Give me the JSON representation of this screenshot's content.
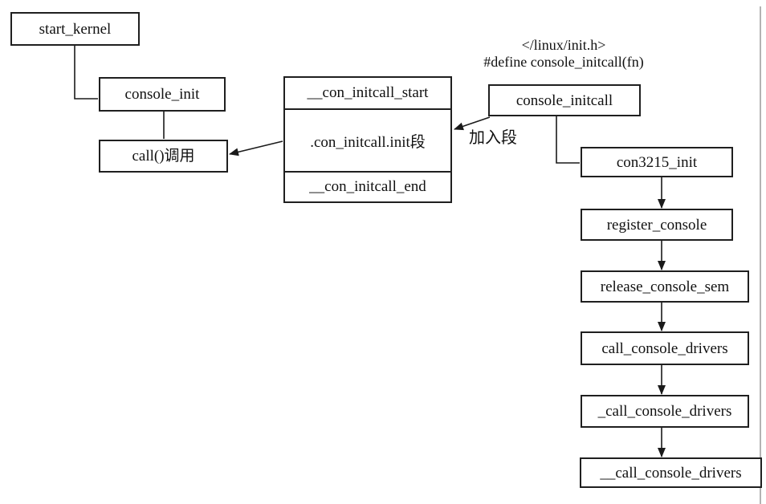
{
  "page": {
    "background": "#ffffff",
    "line_color": "#1a1a1a",
    "border_color": "#b3b3b3"
  },
  "header": {
    "line1": "</linux/init.h>",
    "line2": "#define console_initcall(fn)"
  },
  "annotations": {
    "join_segment": "加入段"
  },
  "nodes": {
    "start_kernel": {
      "label": "start_kernel"
    },
    "console_init": {
      "label": "console_init"
    },
    "call_invoke": {
      "label": "call()调用"
    },
    "section_box": {
      "top": "__con_initcall_start",
      "middle": ".con_initcall.init段",
      "bottom": "__con_initcall_end"
    },
    "console_initcall": {
      "label": "console_initcall"
    },
    "con3215_init": {
      "label": "con3215_init"
    },
    "register_console": {
      "label": "register_console"
    },
    "release_console_sem": {
      "label": "release_console_sem"
    },
    "call_console_drivers": {
      "label": "call_console_drivers"
    },
    "call_console_drivers_1u": {
      "label": "_call_console_drivers"
    },
    "call_console_drivers_2u": {
      "label": "__call_console_drivers"
    }
  }
}
